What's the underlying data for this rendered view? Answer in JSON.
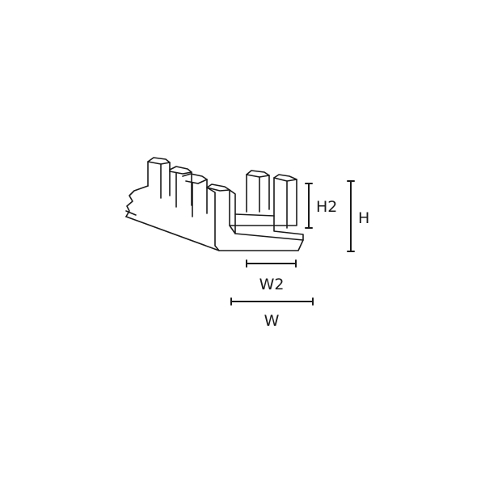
{
  "diagram": {
    "dimensions": {
      "height_inner": "H2",
      "height_total": "H",
      "width_inner": "W2",
      "width_total": "W"
    }
  }
}
